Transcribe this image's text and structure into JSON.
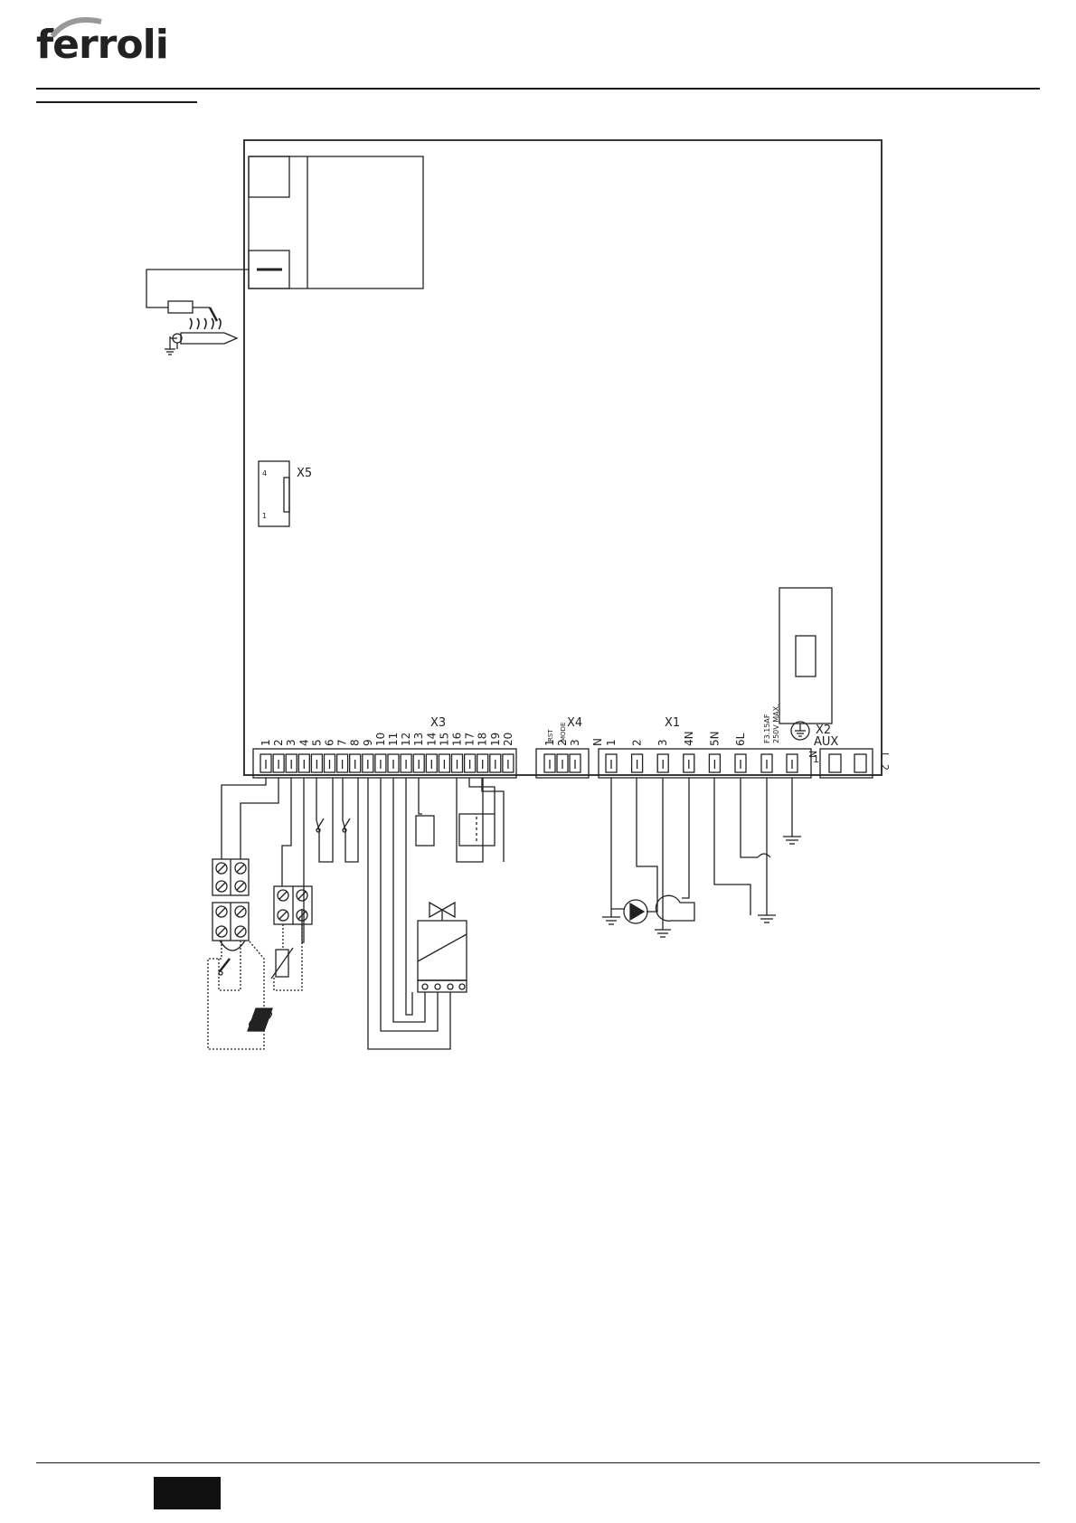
{
  "brand": {
    "logo_text": "ferroli",
    "accent": "#1a1a1a"
  },
  "connectors": {
    "x1": "X1",
    "x2": "X2",
    "x3": "X3",
    "x4": "X4",
    "x5": "X5",
    "aux": "AUX"
  },
  "x5_pins": {
    "top": "4",
    "bottom": "1"
  },
  "x3_terminals": [
    "1",
    "2",
    "3",
    "4",
    "5",
    "6",
    "7",
    "8",
    "9",
    "10",
    "11",
    "12",
    "13",
    "14",
    "15",
    "16",
    "17",
    "18",
    "19",
    "20"
  ],
  "x4_terminals": [
    "1",
    "2",
    "3"
  ],
  "x4_sub": {
    "rst": "RST",
    "mode": "MODE"
  },
  "x1_terminals": [
    "1",
    "2",
    "3",
    "4N",
    "5N",
    "6L"
  ],
  "x1_n": "N",
  "fuse": {
    "line1": "F3.15AF",
    "line2": "250V MAX."
  },
  "x2_labels": {
    "n": "N",
    "one": "1",
    "l": "L",
    "two": "2"
  },
  "icons": [
    "ferroli-logo",
    "ignition-electrode-icon",
    "ground-icon",
    "pump-icon",
    "fan-icon",
    "gas-valve-icon",
    "switch-icon",
    "thermistor-icon",
    "solar-sensor-icon"
  ]
}
